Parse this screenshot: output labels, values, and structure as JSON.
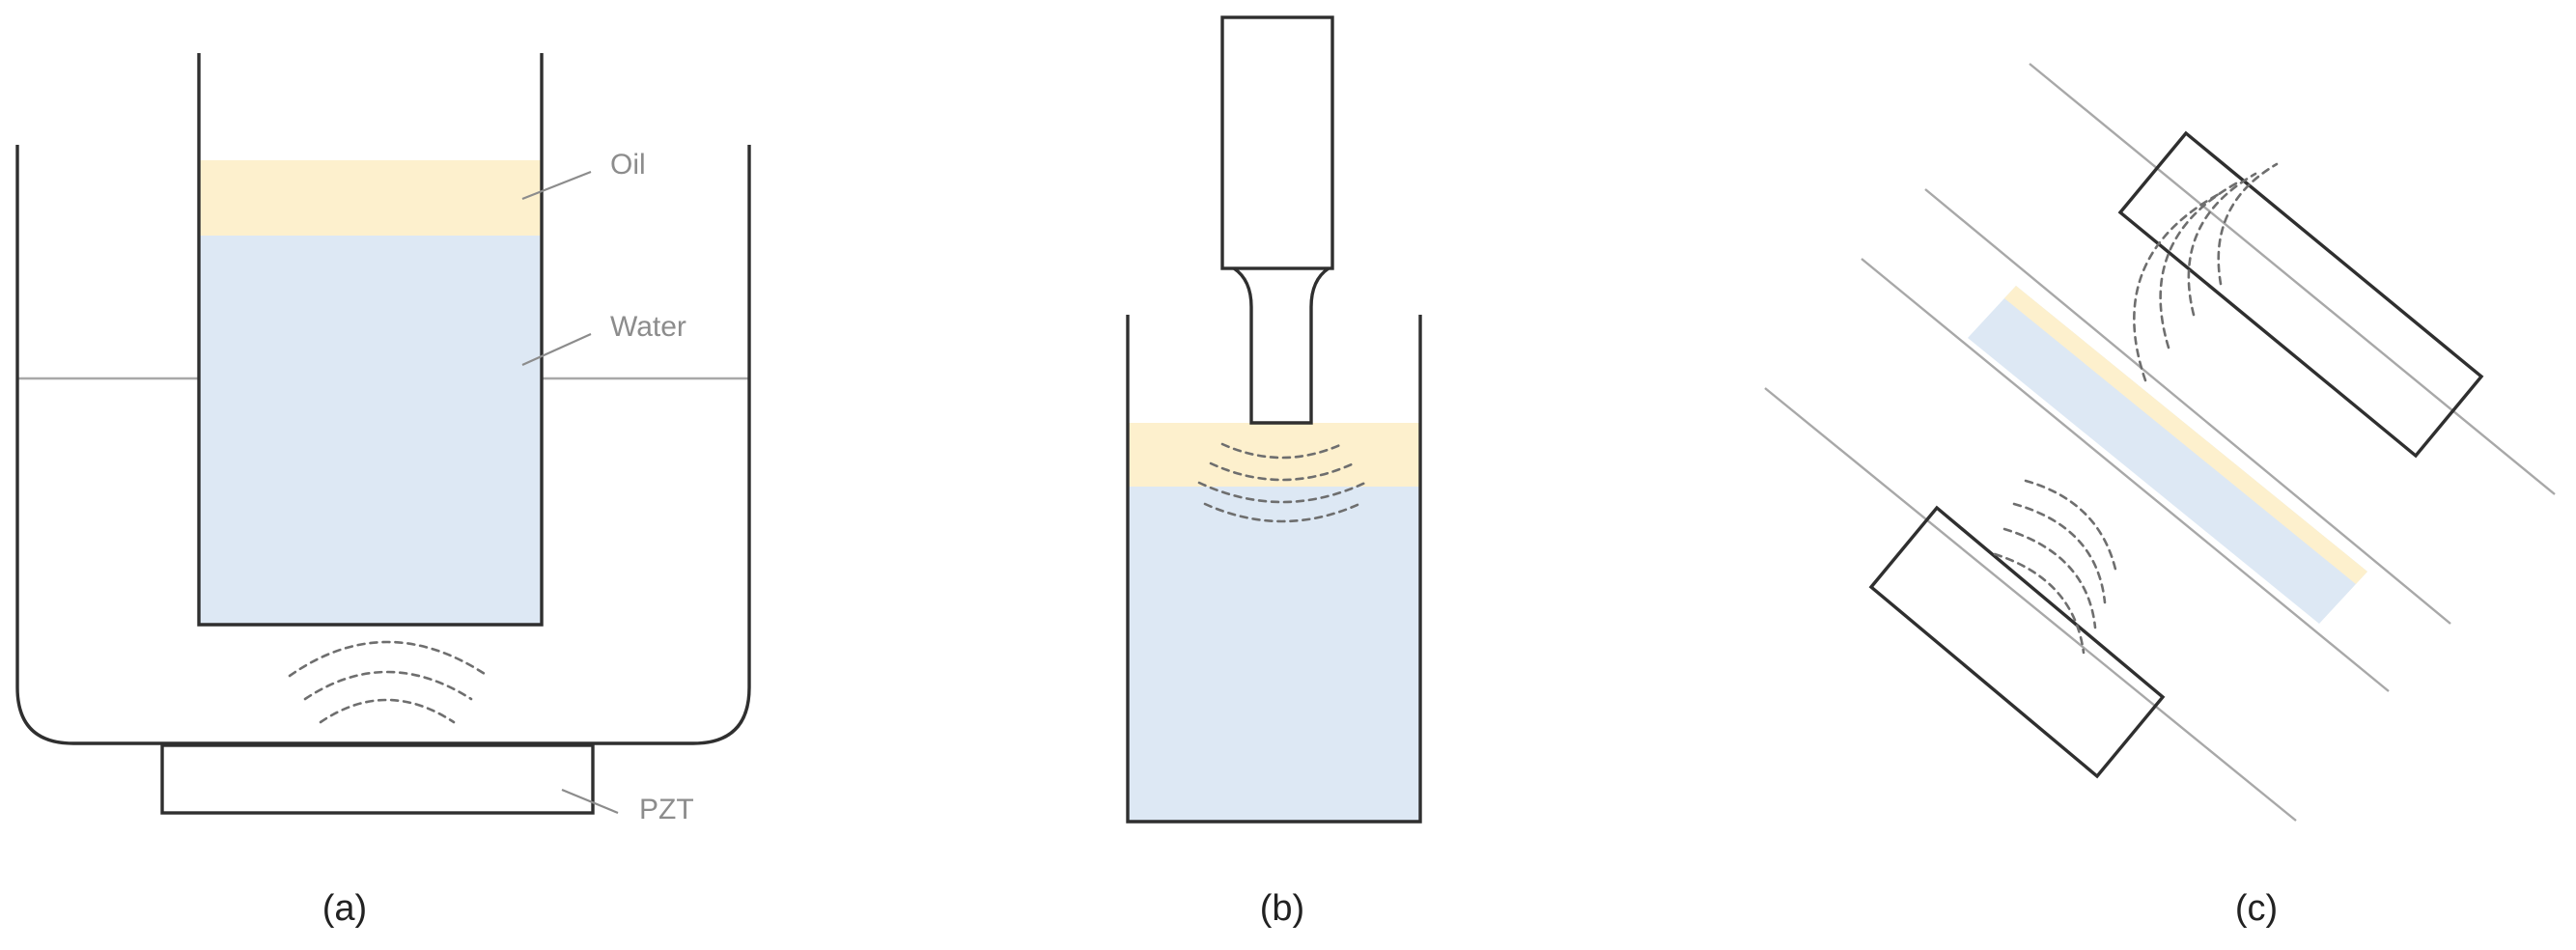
{
  "panels": [
    {
      "caption": "(a)"
    },
    {
      "caption": "(b)"
    },
    {
      "caption": "(c)"
    }
  ],
  "labels": {
    "oil": "Oil",
    "water": "Water",
    "pzt": "PZT"
  },
  "colors": {
    "oil": "#fdf0cd",
    "water": "#dde8f4",
    "outline": "#2f2f2f",
    "waterline": "#a8a8a8",
    "wave": "#6e6e6e",
    "label": "#8c8c8c"
  }
}
